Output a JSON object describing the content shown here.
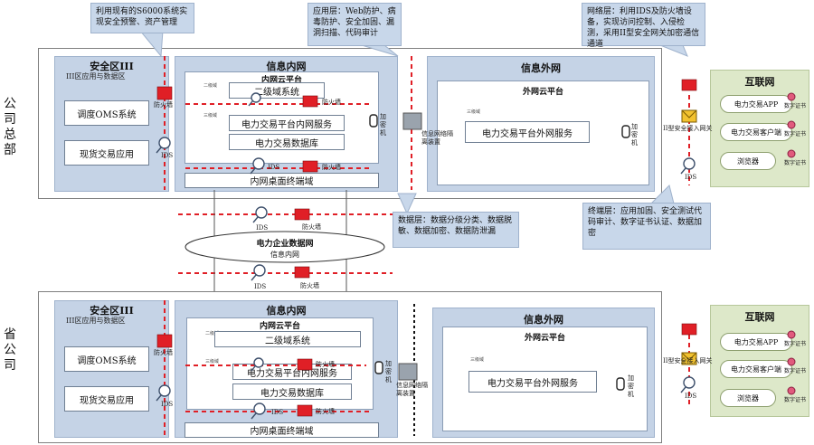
{
  "side_labels": {
    "hq": "公司总部",
    "province": "省公司"
  },
  "callouts": {
    "mgmt": "利用现有的S6000系统实现安全预警、资产管理",
    "app": "应用层：Web防护、病毒防护、安全加固、漏洞扫描、代码审计",
    "net": "网络层：利用IDS及防火墙设备，实现访问控制、入侵检测，采用II型安全网关加密通信通道",
    "data": "数据层：数据分级分类、数据脱敏、数据加密、数据防泄漏",
    "terminal": "终端层：应用加固、安全测试代码审计、数字证书认证、数据加密"
  },
  "zones": {
    "security_zone": "安全区III",
    "zone_sub": "III区应用与数据区",
    "inner_net": "信息内网",
    "inner_cloud": "内网云平台",
    "outer_net": "信息外网",
    "outer_cloud": "外网云平台",
    "internet": "互联网"
  },
  "boxes": {
    "oms": "调度OMS系统",
    "spot": "现货交易应用",
    "level2": "二级域系统",
    "inner_service": "电力交易平台内网服务",
    "db": "电力交易数据库",
    "terminal": "内网桌面终端域",
    "outer_service": "电力交易平台外网服务",
    "app": "电力交易APP",
    "client": "电力交易客户端",
    "browser": "浏览器"
  },
  "labels": {
    "firewall": "防火墙",
    "ids": "IDS",
    "encrypt": "加密机",
    "isolation": "信息网络隔离装置",
    "gateway": "II型安全接入网关",
    "cert": "数字证书",
    "domain_tiny": "三级域",
    "domain_tiny2": "二级域"
  },
  "ellipse": {
    "line1": "电力企业数据网",
    "line2": "信息内网"
  },
  "colors": {
    "zone": "#c5d3e6",
    "red": "#e01f26",
    "green": "#dde8c9",
    "callout": "#c8d7ea"
  }
}
